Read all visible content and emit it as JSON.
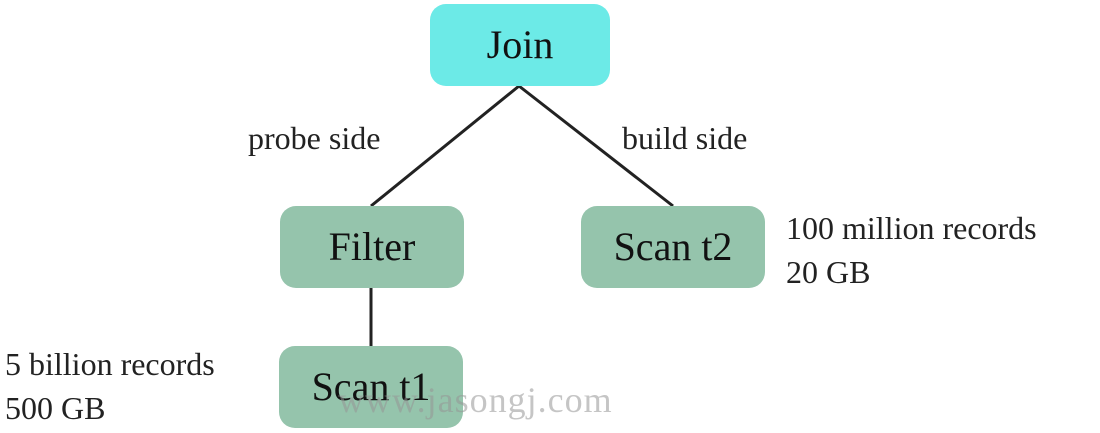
{
  "colors": {
    "root_node_fill": "#6ceae7",
    "child_node_fill": "#95c4ac",
    "edge": "#222222",
    "watermark": "#969696"
  },
  "nodes": {
    "join": "Join",
    "filter": "Filter",
    "scan_t2": "Scan t2",
    "scan_t1": "Scan t1"
  },
  "edge_labels": {
    "probe": "probe side",
    "build": "build side"
  },
  "annotations": {
    "scan_t2": {
      "records": "100 million records",
      "size": "20 GB"
    },
    "scan_t1": {
      "records": "5 billion records",
      "size": "500 GB"
    }
  },
  "watermark": "www.jasongj.com"
}
